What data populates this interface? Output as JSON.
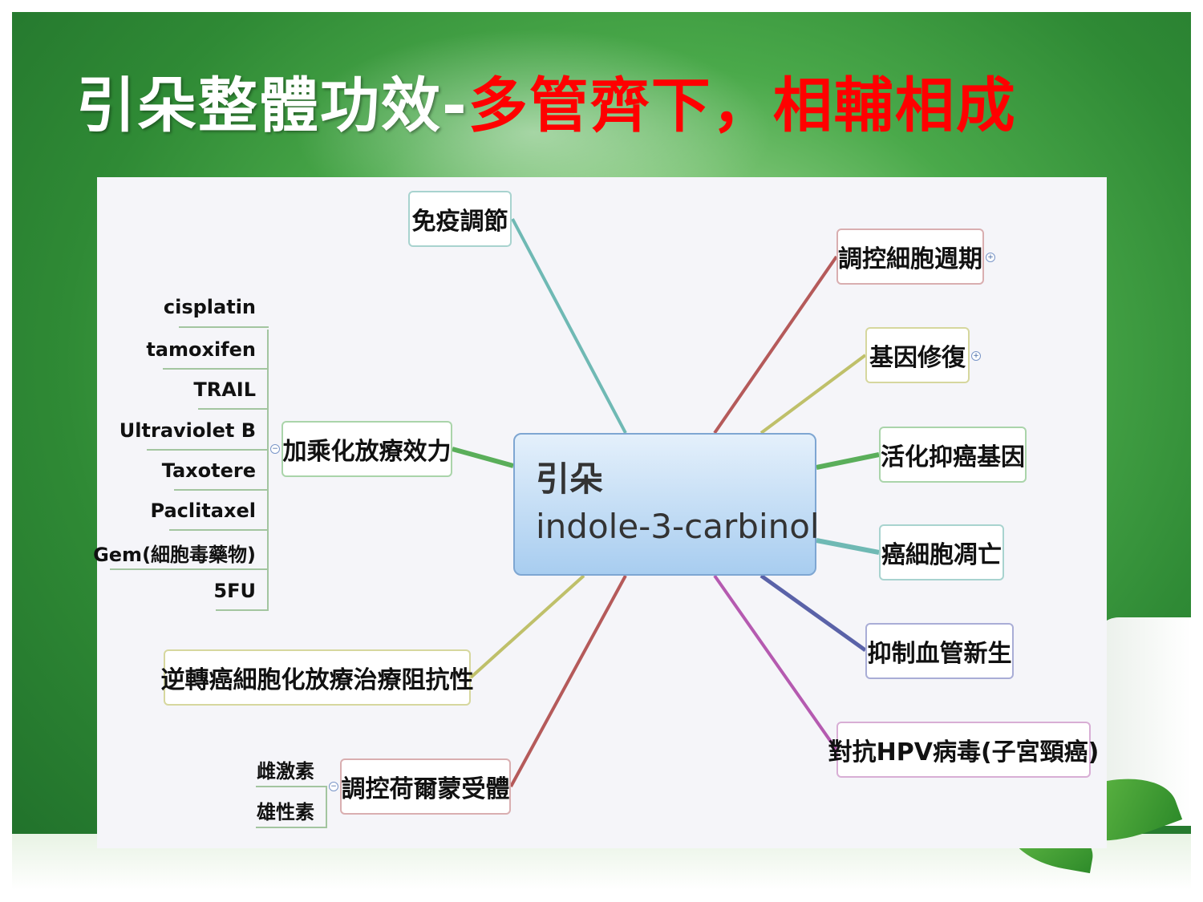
{
  "title": {
    "white_part": "引朵整體功效-",
    "red_part": "多管齊下，相輔相成"
  },
  "center": {
    "line1": "引朵",
    "line2": "indole-3-carbinol"
  },
  "branches": {
    "immune": "免疫調節",
    "cell_cycle": "調控細胞週期",
    "gene_repair": "基因修復",
    "tumor_suppressor": "活化抑癌基因",
    "apoptosis": "癌細胞凋亡",
    "angiogenesis": "抑制血管新生",
    "hpv": "對抗HPV病毒(子宮頸癌)",
    "chemo_boost": "加乘化放療效力",
    "resistance": "逆轉癌細胞化放療治療阻抗性",
    "hormone": "調控荷爾蒙受體"
  },
  "chemo_items": [
    "cisplatin",
    "tamoxifen",
    "TRAIL",
    "Ultraviolet B",
    "Taxotere",
    "Paclitaxel",
    "Gem(細胞毒藥物)",
    "5FU"
  ],
  "hormone_items": [
    "雌激素",
    "雄性素"
  ],
  "colors": {
    "title_red": "#ff0000",
    "center_fill_top": "#e4f0fb",
    "center_fill_bottom": "#a8cdf0",
    "link_teal": "#6fb9b4",
    "link_red": "#b55a5a",
    "link_olive": "#bfc06a",
    "link_green": "#5aae5a",
    "link_purple": "#b55ab0",
    "link_navy": "#5a62a8"
  }
}
